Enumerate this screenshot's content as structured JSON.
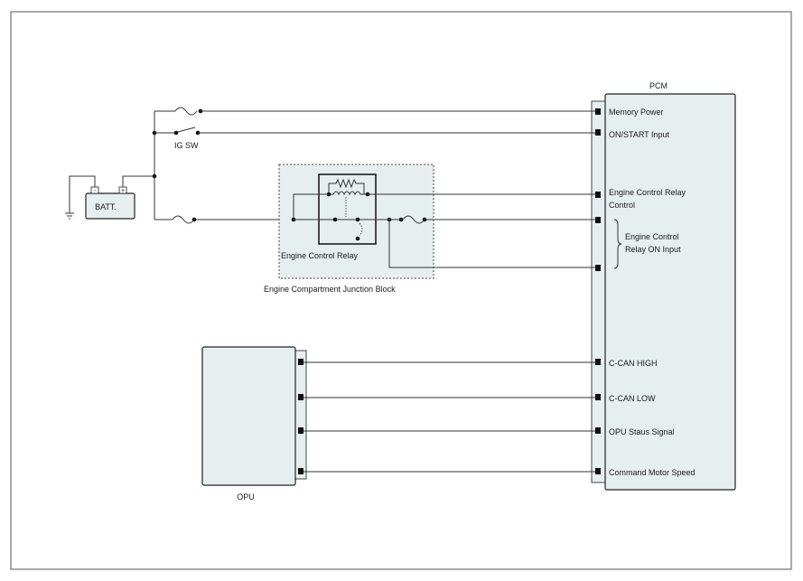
{
  "labels": {
    "pcm": "PCM",
    "ig_sw": "IG SW",
    "batt": "BATT.",
    "batt_minus": "-",
    "batt_plus": "+",
    "relay": "Engine Control Relay",
    "junction_block": "Engine Compartment Junction Block",
    "opu": "OPU"
  },
  "pcm_pins": {
    "memory_power": "Memory Power",
    "on_start": "ON/START Input",
    "relay_control_1": "Engine Control Relay",
    "relay_control_2": "Control",
    "relay_on_1": "Engine Control",
    "relay_on_2": "Relay ON Input",
    "can_high": "C-CAN HIGH",
    "can_low": "C-CAN LOW",
    "opu_status": "OPU Staus Signal",
    "motor_speed": "Command Motor Speed"
  },
  "colors": {
    "module_fill": "#e7eef0",
    "wire": "#333333"
  }
}
